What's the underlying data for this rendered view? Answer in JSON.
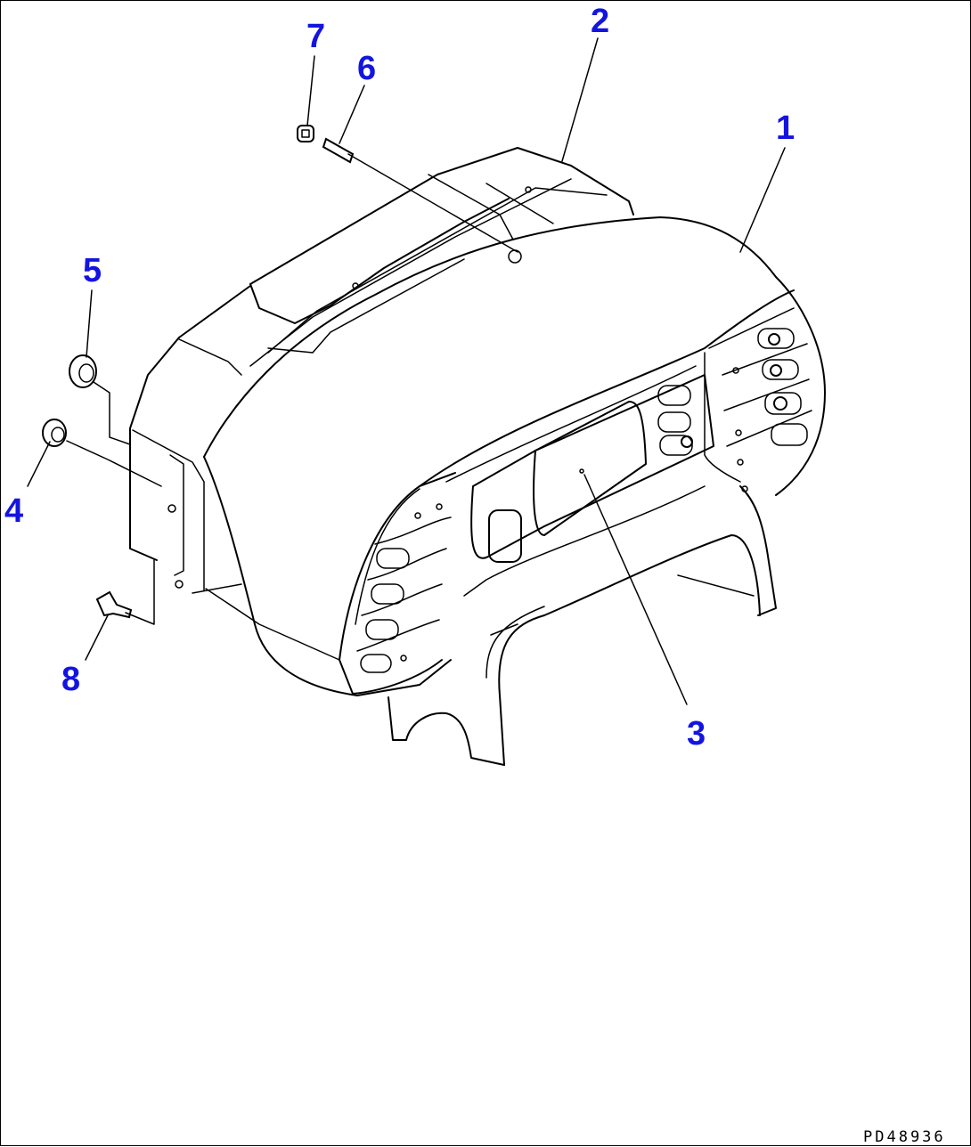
{
  "callouts": [
    {
      "id": "1",
      "label": "1"
    },
    {
      "id": "2",
      "label": "2"
    },
    {
      "id": "3",
      "label": "3"
    },
    {
      "id": "4",
      "label": "4"
    },
    {
      "id": "5",
      "label": "5"
    },
    {
      "id": "6",
      "label": "6"
    },
    {
      "id": "7",
      "label": "7"
    },
    {
      "id": "8",
      "label": "8"
    }
  ],
  "drawing_code": "PD48936",
  "colors": {
    "callout": "#1414e0",
    "line": "#000000",
    "background": "#ffffff"
  }
}
